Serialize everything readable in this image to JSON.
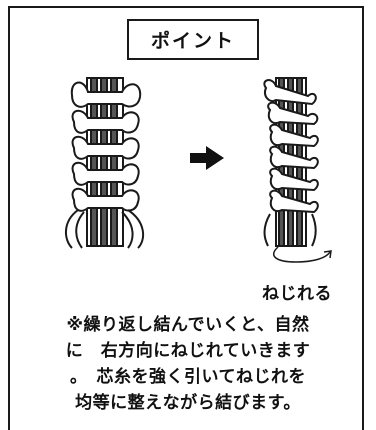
{
  "title": "ポイント",
  "twist_label": "ねじれる",
  "caption_lines": [
    "※繰り返し結んでいくと、自然",
    "に　右方向にねじれていきます",
    "。　芯糸を強く引いてねじれを",
    "均等に整えながら結びます。"
  ],
  "icons": {
    "before": "square-knot-straight-illustration",
    "arrow": "right-arrow-icon",
    "after": "square-knot-twisted-illustration",
    "twist": "curved-arrow-icon"
  }
}
